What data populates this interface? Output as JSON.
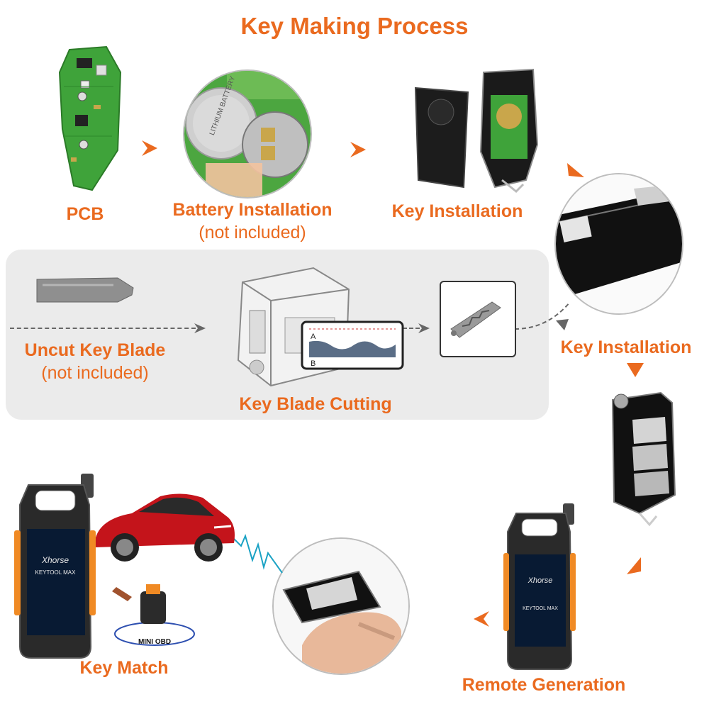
{
  "title": "Key Making Process",
  "steps": {
    "pcb": "PCB",
    "battery": "Battery Installation",
    "battery_note": "(not included)",
    "key_install_1": "Key Installation",
    "uncut_blade": "Uncut Key Blade",
    "uncut_note": "(not included)",
    "blade_cutting": "Key Blade Cutting",
    "key_install_2": "Key Installation",
    "remote_generation": "Remote Generation",
    "key_match": "Key Match"
  },
  "device_text": {
    "brand": "Xhorse",
    "model": "KEYTOOL MAX",
    "obd": "MINI OBD"
  },
  "battery_text": "LITHIUM BATTERY",
  "cutter_labels": {
    "a": "A",
    "b": "B"
  },
  "colors": {
    "accent": "#ea6a1f",
    "pcb_green": "#3fa33a",
    "car_red": "#c4141b",
    "device_orange": "#f08a24"
  }
}
